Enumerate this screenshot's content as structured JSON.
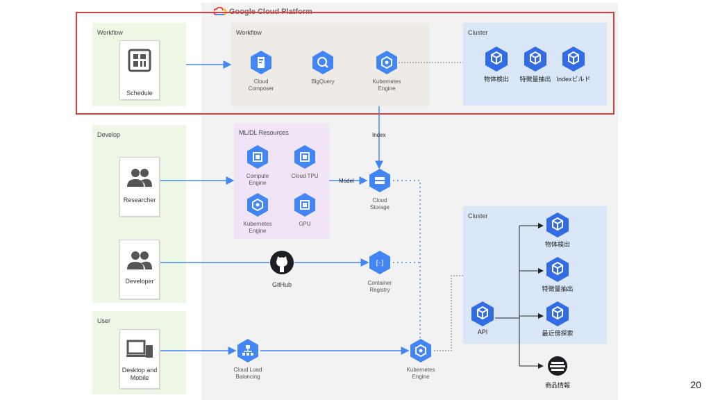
{
  "header": {
    "platform_title": "Google Cloud Platform"
  },
  "lanes": {
    "workflow": "Workflow",
    "develop": "Develop",
    "user": "User"
  },
  "cards": {
    "schedule": "Schedule",
    "researcher": "Researcher",
    "developer": "Developer",
    "desktop": "Desktop and\nMobile"
  },
  "groups": {
    "workflow": "Workflow",
    "resources": "ML/DL Resources",
    "cluster_top": "Cluster",
    "cluster_bottom": "Cluster"
  },
  "services": {
    "cloud_composer": "Cloud\nComposer",
    "bigquery": "BigQuery",
    "kubernetes_engine_top": "Kubernetes\nEngine",
    "compute_engine": "Compute\nEngine",
    "cloud_tpu": "Cloud TPU",
    "kubernetes_engine_ml": "Kubernetes\nEngine",
    "gpu": "GPU",
    "cloud_storage": "Cloud\nStorage",
    "container_registry": "Container\nRegistry",
    "cloud_load_balancing": "Cloud Load\nBalancing",
    "kubernetes_engine_bottom": "Kubernetes\nEngine",
    "github": "GitHub"
  },
  "edge_labels": {
    "index": "Index",
    "model": "Model"
  },
  "cluster_top_items": [
    "物体検出",
    "特徴量抽出",
    "Indexビルド"
  ],
  "cluster_bottom_items": {
    "api": "API",
    "object_detection": "物体検出",
    "feature_extraction": "特徴量抽出",
    "nearest_search": "最近傍探索",
    "product_info": "商品情報"
  },
  "page_number": "20",
  "colors": {
    "gcp_blue": "#4285f4",
    "kube_blue": "#326ce5",
    "lane_green": "#eef6e6",
    "resource_purple": "#f1e4f7",
    "cluster_blue": "#d8e6f8",
    "highlight_red": "#e53935"
  }
}
